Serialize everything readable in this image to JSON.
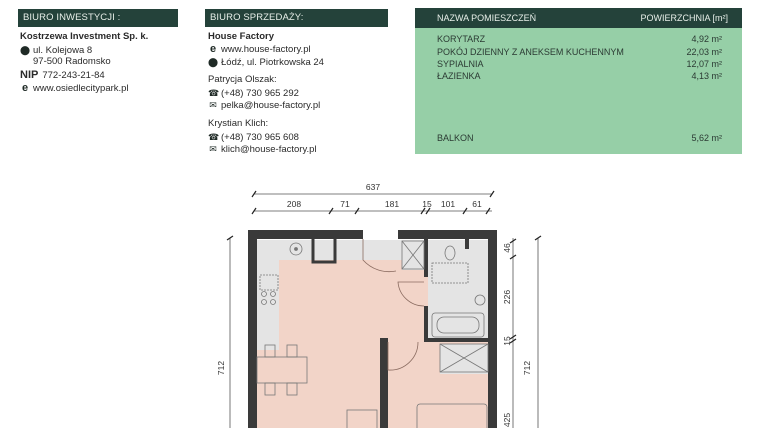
{
  "investor": {
    "header": "BIURO INWESTYCJI :",
    "company": "Kostrzewa Investment Sp. k.",
    "address_line1": "ul. Kolejowa 8",
    "address_line2": "97-500 Radomsko",
    "nip_label": "NIP",
    "nip": "772-243-21-84",
    "website": "www.osiedlecitypark.pl",
    "icons": {
      "location": "location-pin-icon",
      "web": "web-e-icon"
    }
  },
  "sales": {
    "header": "BIURO SPRZEDAŻY:",
    "company": "House Factory",
    "website": "www.house-factory.pl",
    "address": "Łódź, ul. Piotrkowska 24",
    "contacts": [
      {
        "name": "Patrycja Olszak:",
        "phone": "(+48) 730 965 292",
        "email": "pelka@house-factory.pl"
      },
      {
        "name": "Krystian Klich:",
        "phone": "(+48) 730 965 608",
        "email": "klich@house-factory.pl"
      }
    ],
    "icons": {
      "phone": "phone-icon",
      "email": "envelope-icon"
    }
  },
  "rooms": {
    "header_name": "NAZWA POMIESZCZEŃ",
    "header_area": "POWIERZCHNIA [m²]",
    "items": [
      {
        "name": "KORYTARZ",
        "area": "4,92 m²"
      },
      {
        "name": "POKÓJ  DZIENNY Z ANEKSEM KUCHENNYM",
        "area": "22,03 m²"
      },
      {
        "name": "SYPIALNIA",
        "area": "12,07 m²"
      },
      {
        "name": "ŁAZIENKA",
        "area": "4,13 m²"
      }
    ],
    "balcony": {
      "name": "BALKON",
      "area": "5,62 m²"
    }
  },
  "plan": {
    "total_width": "637",
    "segments": [
      "208",
      "71",
      "181",
      "15",
      "101",
      "61"
    ],
    "left_height": "712",
    "right_height": "712",
    "right_segments": [
      "46",
      "226",
      "15",
      "425"
    ],
    "colors": {
      "wall": "#3a3a3a",
      "floor_living": "#f2d4c8",
      "floor_wet": "#e4e4e4",
      "header": "#24423a",
      "table_bg": "#96cfa7"
    }
  }
}
